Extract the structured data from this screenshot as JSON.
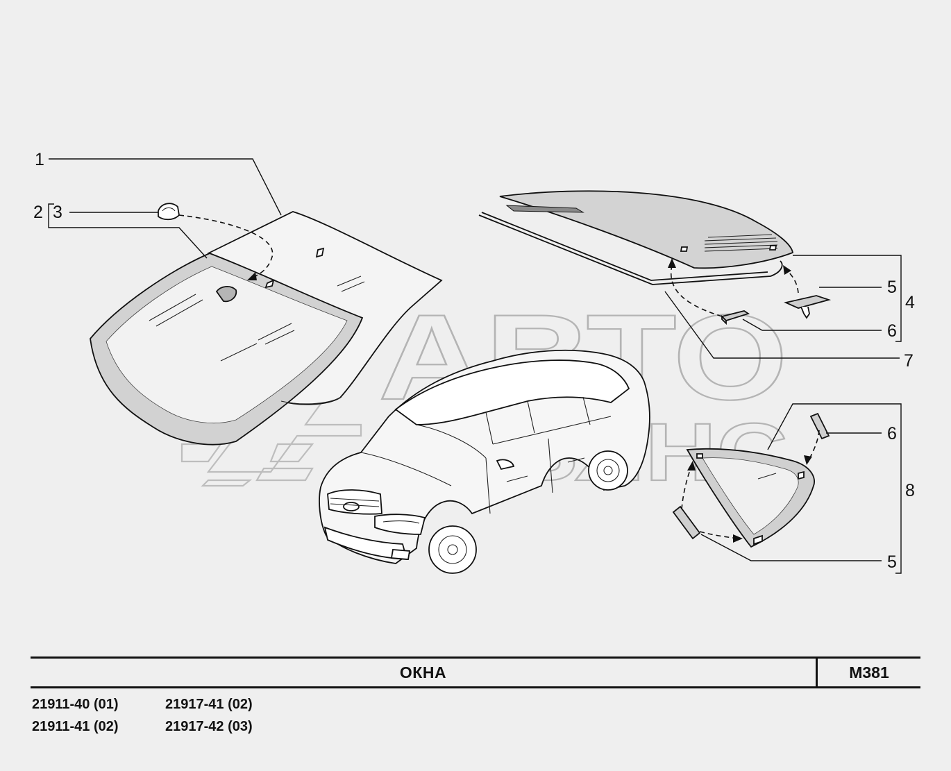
{
  "watermark": {
    "line1": "АВТО",
    "line2": "АЛЬЯНС"
  },
  "callouts": [
    {
      "id": "c1",
      "label": "1"
    },
    {
      "id": "c2",
      "label": "2"
    },
    {
      "id": "c3",
      "label": "3"
    },
    {
      "id": "c4",
      "label": "4"
    },
    {
      "id": "c5a",
      "label": "5"
    },
    {
      "id": "c6a",
      "label": "6"
    },
    {
      "id": "c7",
      "label": "7"
    },
    {
      "id": "c6b",
      "label": "6"
    },
    {
      "id": "c8",
      "label": "8"
    },
    {
      "id": "c5b",
      "label": "5"
    }
  ],
  "title_block": {
    "title": "ОКНА",
    "code": "М381"
  },
  "models": [
    "21911-40 (01)",
    "21917-41 (02)",
    "21911-41 (02)",
    "21917-42 (03)"
  ]
}
